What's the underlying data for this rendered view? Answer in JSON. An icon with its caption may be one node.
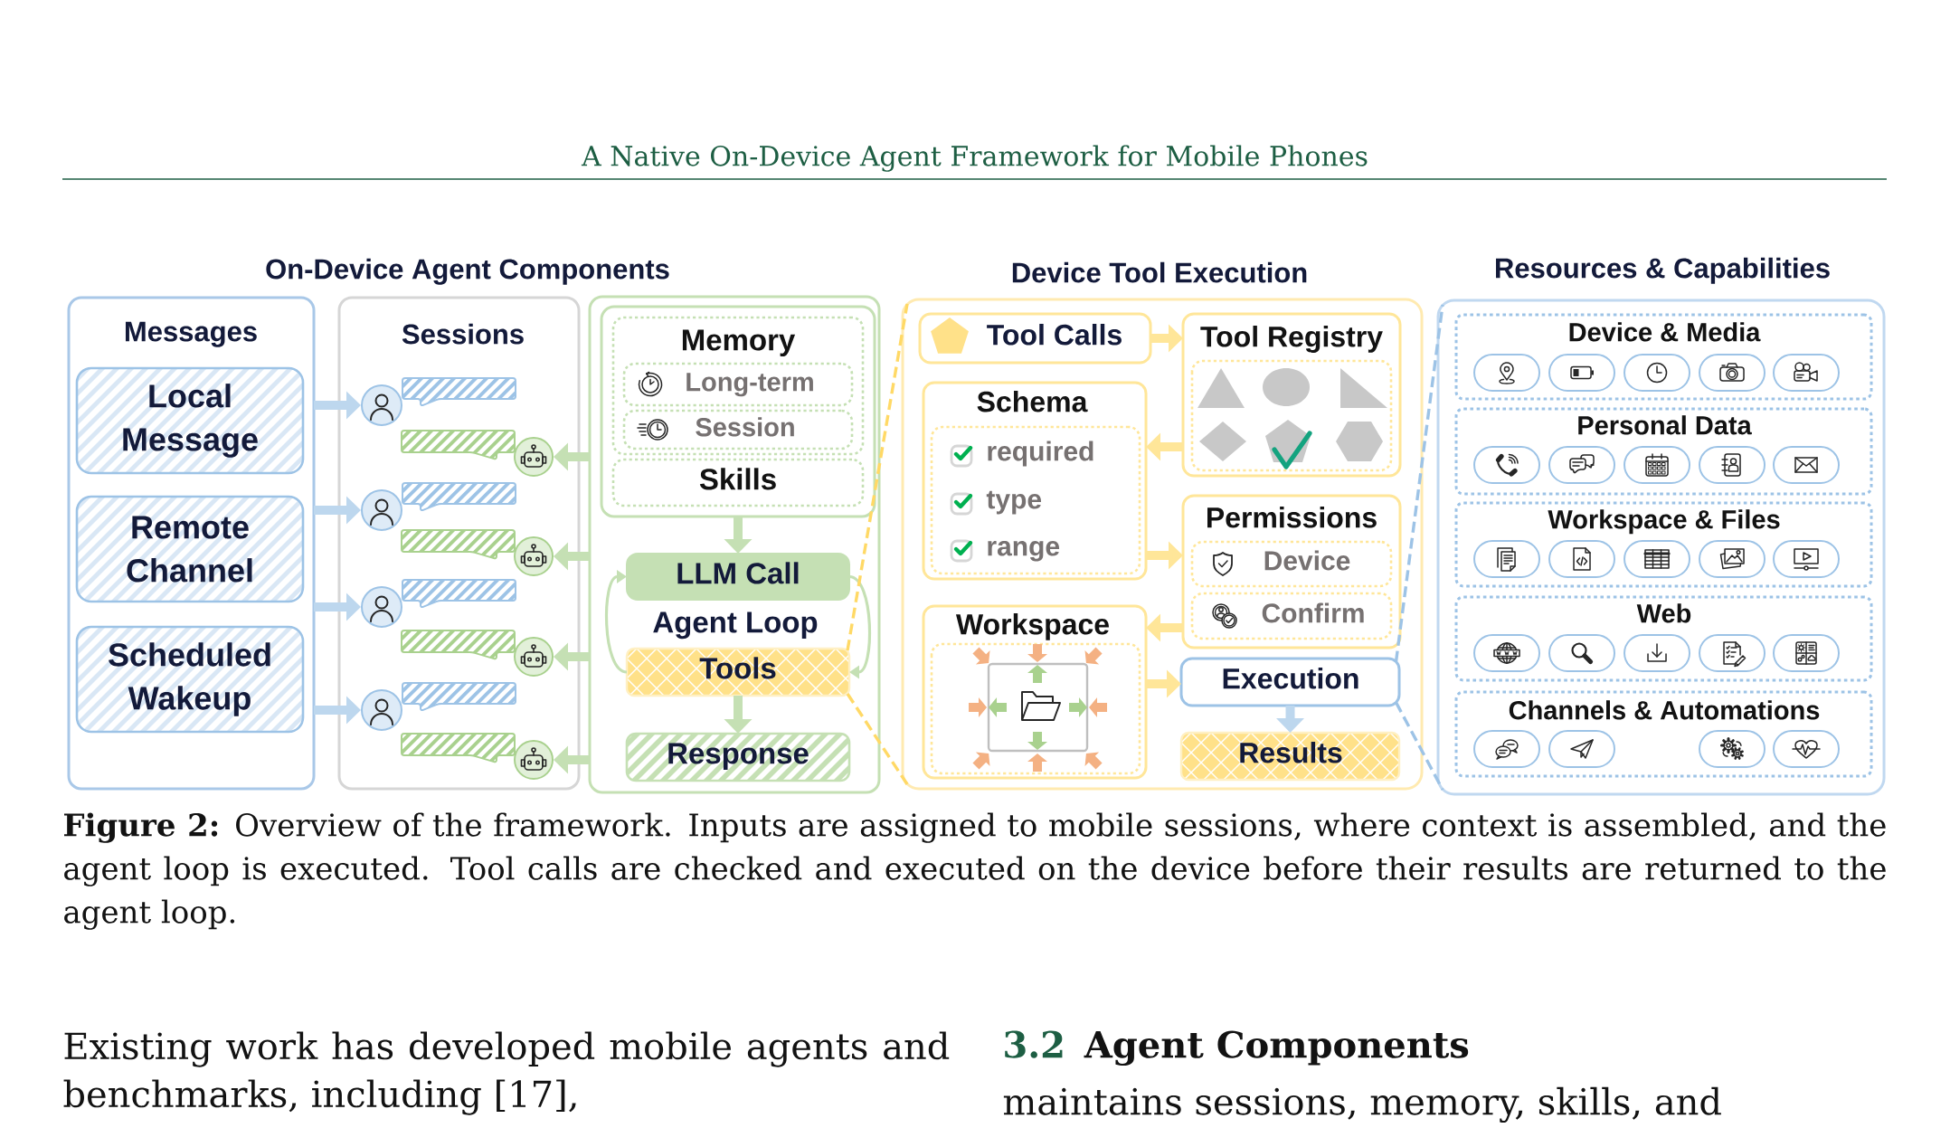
{
  "diagram": {
    "caption": "**Figure 2:** Overview of the framework. Inputs are assigned to mobile sessions, where context is assembled, and the agent loop is executed. Tool calls are checked and executed on the device before their results are returned to the agent loop.",
    "nodes": [
      {
        "text": [
          "Messages"
        ]
      },
      {
        "text": [
          "Local Message"
        ],
        "in": 0
      },
      {
        "text": [
          "Remote Channel"
        ],
        "in": 0
      },
      {
        "text": [
          "Scheduled Wakeup"
        ],
        "in": 0
      },
      {
        "text": [
          "Sessions"
        ]
      },
      {
        "text": [],
        "shape": "person",
        "in": 4
      },
      {
        "text": [],
        "shape": "picture",
        "in": 4
      },
      {
        "text": [],
        "shape": "person",
        "in": 4
      },
      {
        "text": [],
        "shape": "picture",
        "in": 4
      },
      {
        "text": [],
        "shape": "person",
        "in": 4
      },
      {
        "text": [],
        "shape": "picture",
        "in": 4
      },
      {
        "text": [],
        "shape": "person",
        "in": 4
      },
      {
        "text": [],
        "shape": "picture",
        "in": 4
      },
      {
        "text": [],
        "shape": "box"
      },
      {
        "text": [],
        "shape": "box",
        "in": 13
      },
      {
        "text": [
          "Memory"
        ],
        "in": 14
      },
      {
        "text": [
          "Long-term"
        ],
        "in": 15
      },
      {
        "text": [
          "Session"
        ],
        "in": 15
      },
      {
        "text": [
          "Skills"
        ],
        "in": 14
      },
      {
        "text": [
          "LLM Call"
        ],
        "in": 13
      },
      {
        "text": [
          "Tools"
        ],
        "in": 13
      },
      {
        "text": [
          "Response"
        ],
        "in": 13
      },
      {
        "text": [
          "Device Tool Execution"
        ]
      },
      {
        "text": [
          "Tool Calls"
        ],
        "in": 22
      },
      {
        "text": [
          "Tool Registry"
        ],
        "in": 22
      },
      {
        "text": [
          "Schema"
        ],
        "in": 22
      },
      {
        "text": [
          "required",
          "type",
          "range"
        ],
        "in": 25
      },
      {
        "text": [
          "Permissions"
        ],
        "in": 22
      },
      {
        "text": [
          "Device"
        ],
        "in": 27
      },
      {
        "text": [
          "Confirm"
        ],
        "in": 27
      },
      {
        "text": [
          "Workspace"
        ],
        "in": 22
      },
      {
        "text": [
          "Execution"
        ],
        "in": 22
      },
      {
        "text": [
          "Results"
        ],
        "in": 22
      },
      {
        "text": [
          "Resources & Capabilities"
        ]
      },
      {
        "text": [
          "Device & Media"
        ],
        "in": 33
      },
      {
        "text": [
          "Personal Data"
        ],
        "in": 33
      },
      {
        "text": [
          "Workspace & Files"
        ],
        "in": 33
      },
      {
        "text": [
          "Web"
        ],
        "in": 33
      },
      {
        "text": [
          "Channels & Automations"
        ],
        "in": 33
      }
    ],
    "edges": [
      {
        "from": 0,
        "to": 5,
        "arrow": "to",
        "color": "#bdd7ee"
      },
      {
        "from": 0,
        "to": 7,
        "arrow": "to",
        "color": "#bdd7ee"
      },
      {
        "from": 0,
        "to": 9,
        "arrow": "to",
        "color": "#bdd7ee"
      },
      {
        "from": 0,
        "to": 11,
        "arrow": "to",
        "color": "#bdd7ee"
      },
      {
        "from": 13,
        "to": 6,
        "arrow": "to"
      },
      {
        "from": 13,
        "to": 8,
        "arrow": "to"
      },
      {
        "from": 13,
        "to": 10,
        "arrow": "to"
      },
      {
        "from": 13,
        "to": 12,
        "arrow": "to"
      },
      {
        "from": 14,
        "to": 19,
        "arrow": "to"
      },
      {
        "from": 20,
        "to": 19,
        "arrow": "to"
      },
      {
        "from": 19,
        "to": 20,
        "arrow": "to"
      },
      {
        "from": 20,
        "to": 21,
        "arrow": "to"
      },
      {
        "from": 20,
        "to": 22,
        "arrow": "none",
        "style": "dashed",
        "color": "#ffd966"
      },
      {
        "from": 20,
        "to": 22,
        "arrow": "none",
        "style": "dashed",
        "color": "#ffd966"
      },
      {
        "from": 23,
        "to": 24,
        "arrow": "to",
        "color": "#ffe699"
      },
      {
        "from": 24,
        "to": 25,
        "arrow": "to",
        "color": "#ffe699"
      },
      {
        "from": 25,
        "to": 27,
        "arrow": "to",
        "color": "#ffe699"
      },
      {
        "from": 27,
        "to": 30,
        "arrow": "to",
        "color": "#ffe699"
      },
      {
        "from": 30,
        "to": 31,
        "arrow": "to",
        "color": "#ffe699"
      },
      {
        "from": 31,
        "to": 32,
        "arrow": "to",
        "color": "#bdd7ee"
      },
      {
        "from": 31,
        "to": 33,
        "arrow": "none",
        "style": "dashed",
        "color": "#9dc3e6"
      },
      {
        "from": 31,
        "to": 33,
        "arrow": "none",
        "style": "dashed",
        "color": "#9dc3e6"
      }
    ],
    "labels": [
      "A Native On-Device Agent Framework for Mobile Phones",
      "On-Device Agent Components",
      "Agent Loop",
      "Existing work has developed mobile agents and benchmarks, including [17],",
      "3.2",
      "Agent Components",
      "maintains sessions, memory, skills, and"
    ]
  }
}
